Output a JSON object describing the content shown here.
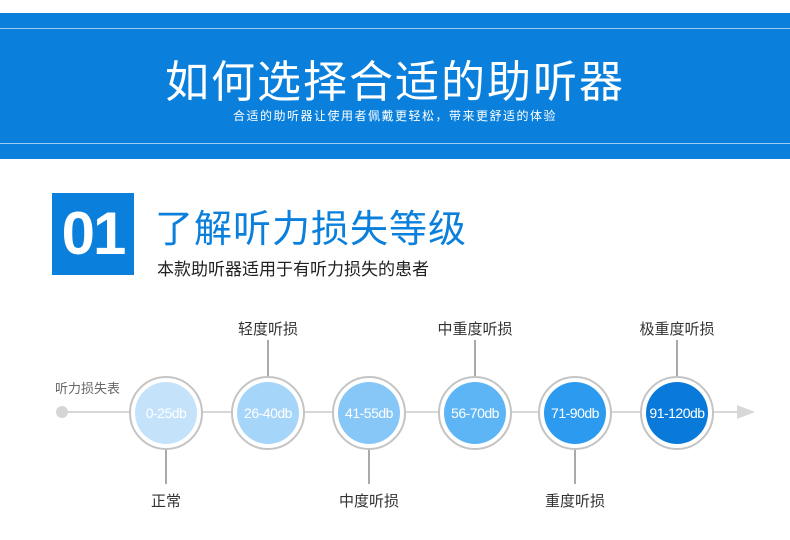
{
  "banner": {
    "title": "如何选择合适的助听器",
    "subtitle": "合适的助听器让使用者佩戴更轻松，带来更舒适的体验"
  },
  "section": {
    "number": "01",
    "title": "了解听力损失等级",
    "subtitle": "本款助听器适用于有听力损失的患者"
  },
  "timeline": {
    "label": "听力损失表",
    "levels": [
      {
        "range": "0-25db",
        "name": "正常",
        "position": "below",
        "color": "#c4e3fb"
      },
      {
        "range": "26-40db",
        "name": "轻度听损",
        "position": "above",
        "color": "#a6d5fa"
      },
      {
        "range": "41-55db",
        "name": "中度听损",
        "position": "below",
        "color": "#86c7f8"
      },
      {
        "range": "56-70db",
        "name": "中重度听损",
        "position": "above",
        "color": "#5db5f6"
      },
      {
        "range": "71-90db",
        "name": "重度听损",
        "position": "below",
        "color": "#2c9bef"
      },
      {
        "range": "91-120db",
        "name": "极重度听损",
        "position": "above",
        "color": "#0a7ada"
      }
    ]
  }
}
